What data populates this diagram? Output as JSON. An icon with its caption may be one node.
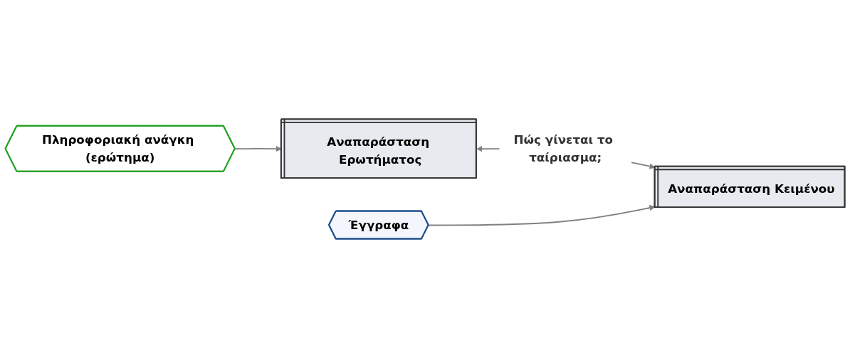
{
  "diagram": {
    "nodes": [
      {
        "text": [
          "Πληροφοριακή ανάγκη (ερώτημα)"
        ]
      },
      {
        "text": [
          "Αναπαράσταση Ερωτήματος"
        ]
      },
      {
        "text": [
          "Έγγραφα"
        ]
      },
      {
        "text": [
          "Αναπαράσταση Κειμένου"
        ]
      }
    ],
    "edges": [
      {
        "from": 0,
        "to": 1,
        "arrow": "to"
      },
      {
        "from": 1,
        "to": 3,
        "arrow": "both",
        "label": "Πώς γίνεται το ταίριασμα;"
      },
      {
        "from": 2,
        "to": 3,
        "arrow": "to"
      }
    ]
  }
}
